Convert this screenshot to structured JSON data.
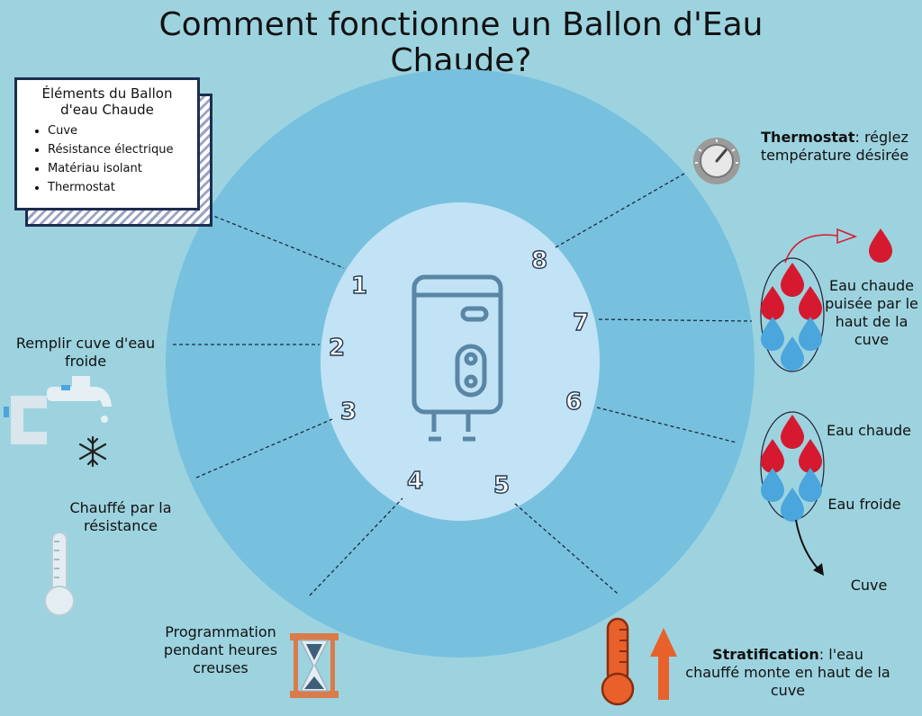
{
  "title": {
    "line1": "Comment fonctionne un Ballon d'Eau",
    "line2": "Chaude?"
  },
  "elements_box": {
    "heading_line1": "Éléments du Ballon",
    "heading_line2": "d'eau Chaude",
    "items": [
      "Cuve",
      "Résistance électrique",
      "Matériau isolant",
      "Thermostat"
    ]
  },
  "steps": {
    "n1": "1",
    "n2": "2",
    "n3": "3",
    "n4": "4",
    "n5": "5",
    "n6": "6",
    "n7": "7",
    "n8": "8"
  },
  "labels": {
    "remplir": "Remplir cuve d'eau froide",
    "chauffe": "Chauffé par la résistance",
    "programmation": "Programmation pendant heures creuses",
    "stratification_bold": "Stratification",
    "stratification_rest": ": l'eau chauffé monte en haut de la cuve",
    "eau_chaude": "Eau chaude",
    "eau_froide": "Eau froide",
    "cuve": "Cuve",
    "puisee": "Eau chaude puisée par le haut de la cuve",
    "thermostat_bold": "Thermostat",
    "thermostat_rest": ": réglez température désirée"
  },
  "colors": {
    "background": "#9dd3df",
    "outer_ring": "#77c1df",
    "inner_circle": "#c2e3f5",
    "hot_drop": "#d51a2f",
    "cold_drop": "#4aa6dc",
    "orange": "#e8612b"
  }
}
